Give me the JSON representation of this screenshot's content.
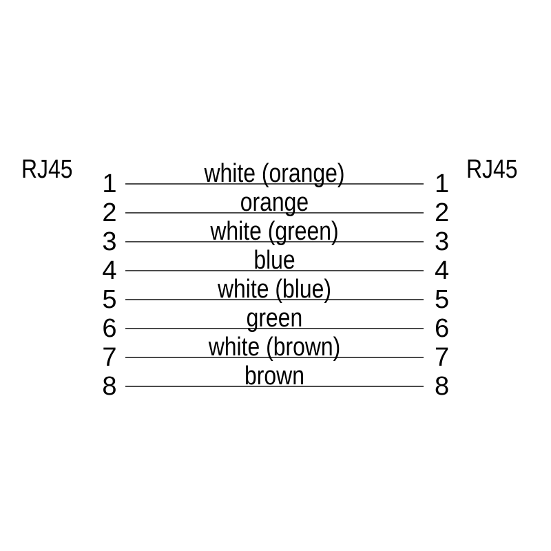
{
  "diagram": {
    "connector_left_label": "RJ45",
    "connector_right_label": "RJ45",
    "rows": [
      {
        "pin": "1",
        "wire": "white (orange)"
      },
      {
        "pin": "2",
        "wire": "orange"
      },
      {
        "pin": "3",
        "wire": "white (green)"
      },
      {
        "pin": "4",
        "wire": "blue"
      },
      {
        "pin": "5",
        "wire": "white (blue)"
      },
      {
        "pin": "6",
        "wire": "green"
      },
      {
        "pin": "7",
        "wire": "white (brown)"
      },
      {
        "pin": "8",
        "wire": "brown"
      }
    ],
    "colors": {
      "background": "#ffffff",
      "text": "#000000",
      "wire_line": "#4a4a4a"
    }
  }
}
